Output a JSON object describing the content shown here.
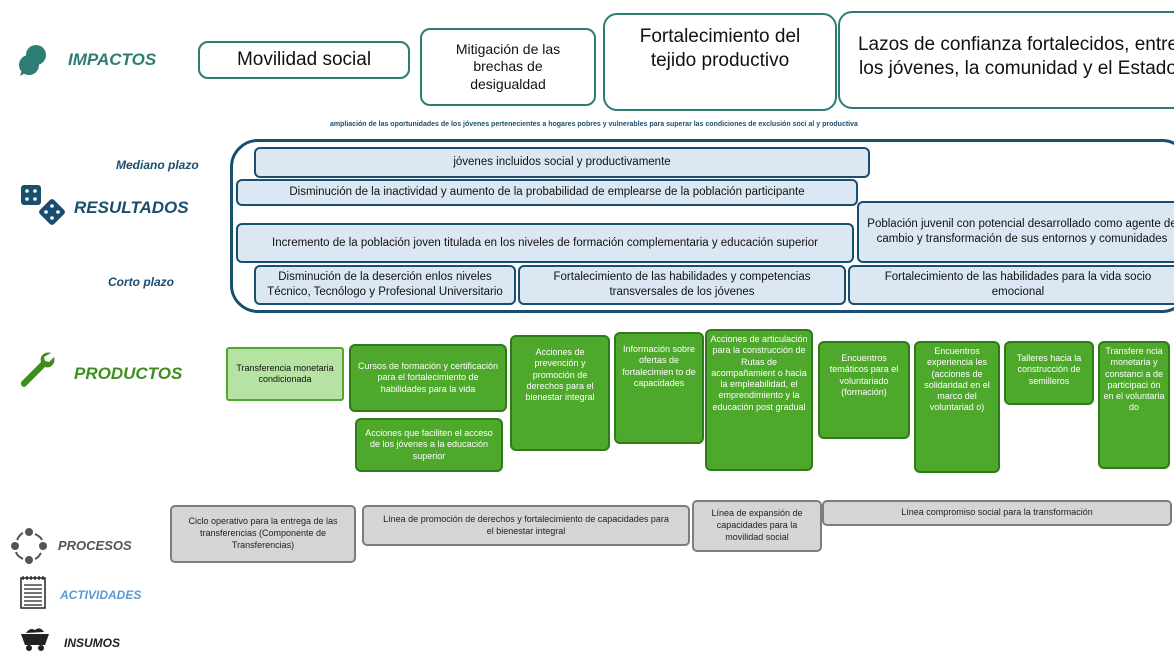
{
  "levels": {
    "impactos": "IMPACTOS",
    "resultados": "RESULTADOS",
    "productos": "PRODUCTOS",
    "procesos": "PROCESOS",
    "actividades": "ACTIVIDADES",
    "insumos": "INSUMOS"
  },
  "impactos": [
    "Movilidad social",
    "Mitigación de las brechas de desigualdad",
    "Fortalecimiento del tejido productivo",
    "Lazos de confianza fortalecidos, entre los jóvenes, la comunidad y el Estado"
  ],
  "objective": "ampliación de las oportunidades de los jóvenes pertenecientes a hogares pobres y vulnerables para superar las condiciones de exclusión soci al y productiva",
  "resultados": {
    "mediano_label": "Mediano plazo",
    "corto_label": "Corto plazo",
    "items": [
      "jóvenes incluidos social y productivamente",
      "Disminución de la inactividad y aumento de la probabilidad de emplearse de la población participante",
      "Incremento de la población joven titulada en los niveles de formación complementaria y educación superior",
      "Población juvenil con potencial desarrollado como agente de cambio y transformación de sus entornos y comunidades",
      "Disminución de la deserción enlos niveles Técnico, Tecnólogo y Profesional Universitario",
      "Fortalecimiento de las habilidades y competencias transversales de los jóvenes",
      "Fortalecimiento de las habilidades para la vida socio emocional"
    ]
  },
  "productos": [
    "Transferencia monetaria condicionada",
    "Cursos de formación y certificación para el fortalecimiento de habilidades para la vida",
    "Acciones que faciliten el acceso de los jóvenes a la educación superior",
    "Acciones de prevención y promoción de derechos para el bienestar integral",
    "Información sobre ofertas de fortalecimien to de capacidades",
    "Acciones de articulación para la construcción de Rutas de acompañamient o hacia la empleabilidad, el emprendimiento y la educación post gradual",
    "Encuentros temáticos para el voluntariado (formación)",
    "Encuentros experiencia les (acciones de solidaridad en el marco del voluntariad o)",
    "Talleres hacia la construcción de semilleros",
    "Transfere ncia monetaria y constanci a de participaci ón en el voluntaria do"
  ],
  "procesos": [
    "Ciclo operativo para la entrega de las transferencias (Componente de Transferencias)",
    "Línea de promoción de derechos y fortalecimiento de capacidades para el bienestar integral",
    "Línea de expansión de capacidades para la movilidad social",
    "Línea compromiso social para la transformación"
  ],
  "colors": {
    "impact": "#2e7d74",
    "result": "#1a4e6e",
    "product": "#4ea82b",
    "process": "#7d7d7d",
    "activity": "#5b9bd5"
  },
  "icons": [
    "chat-bubbles-icon",
    "dice-icon",
    "wrench-icon",
    "cycle-icon",
    "notepad-icon",
    "mine-cart-icon"
  ]
}
